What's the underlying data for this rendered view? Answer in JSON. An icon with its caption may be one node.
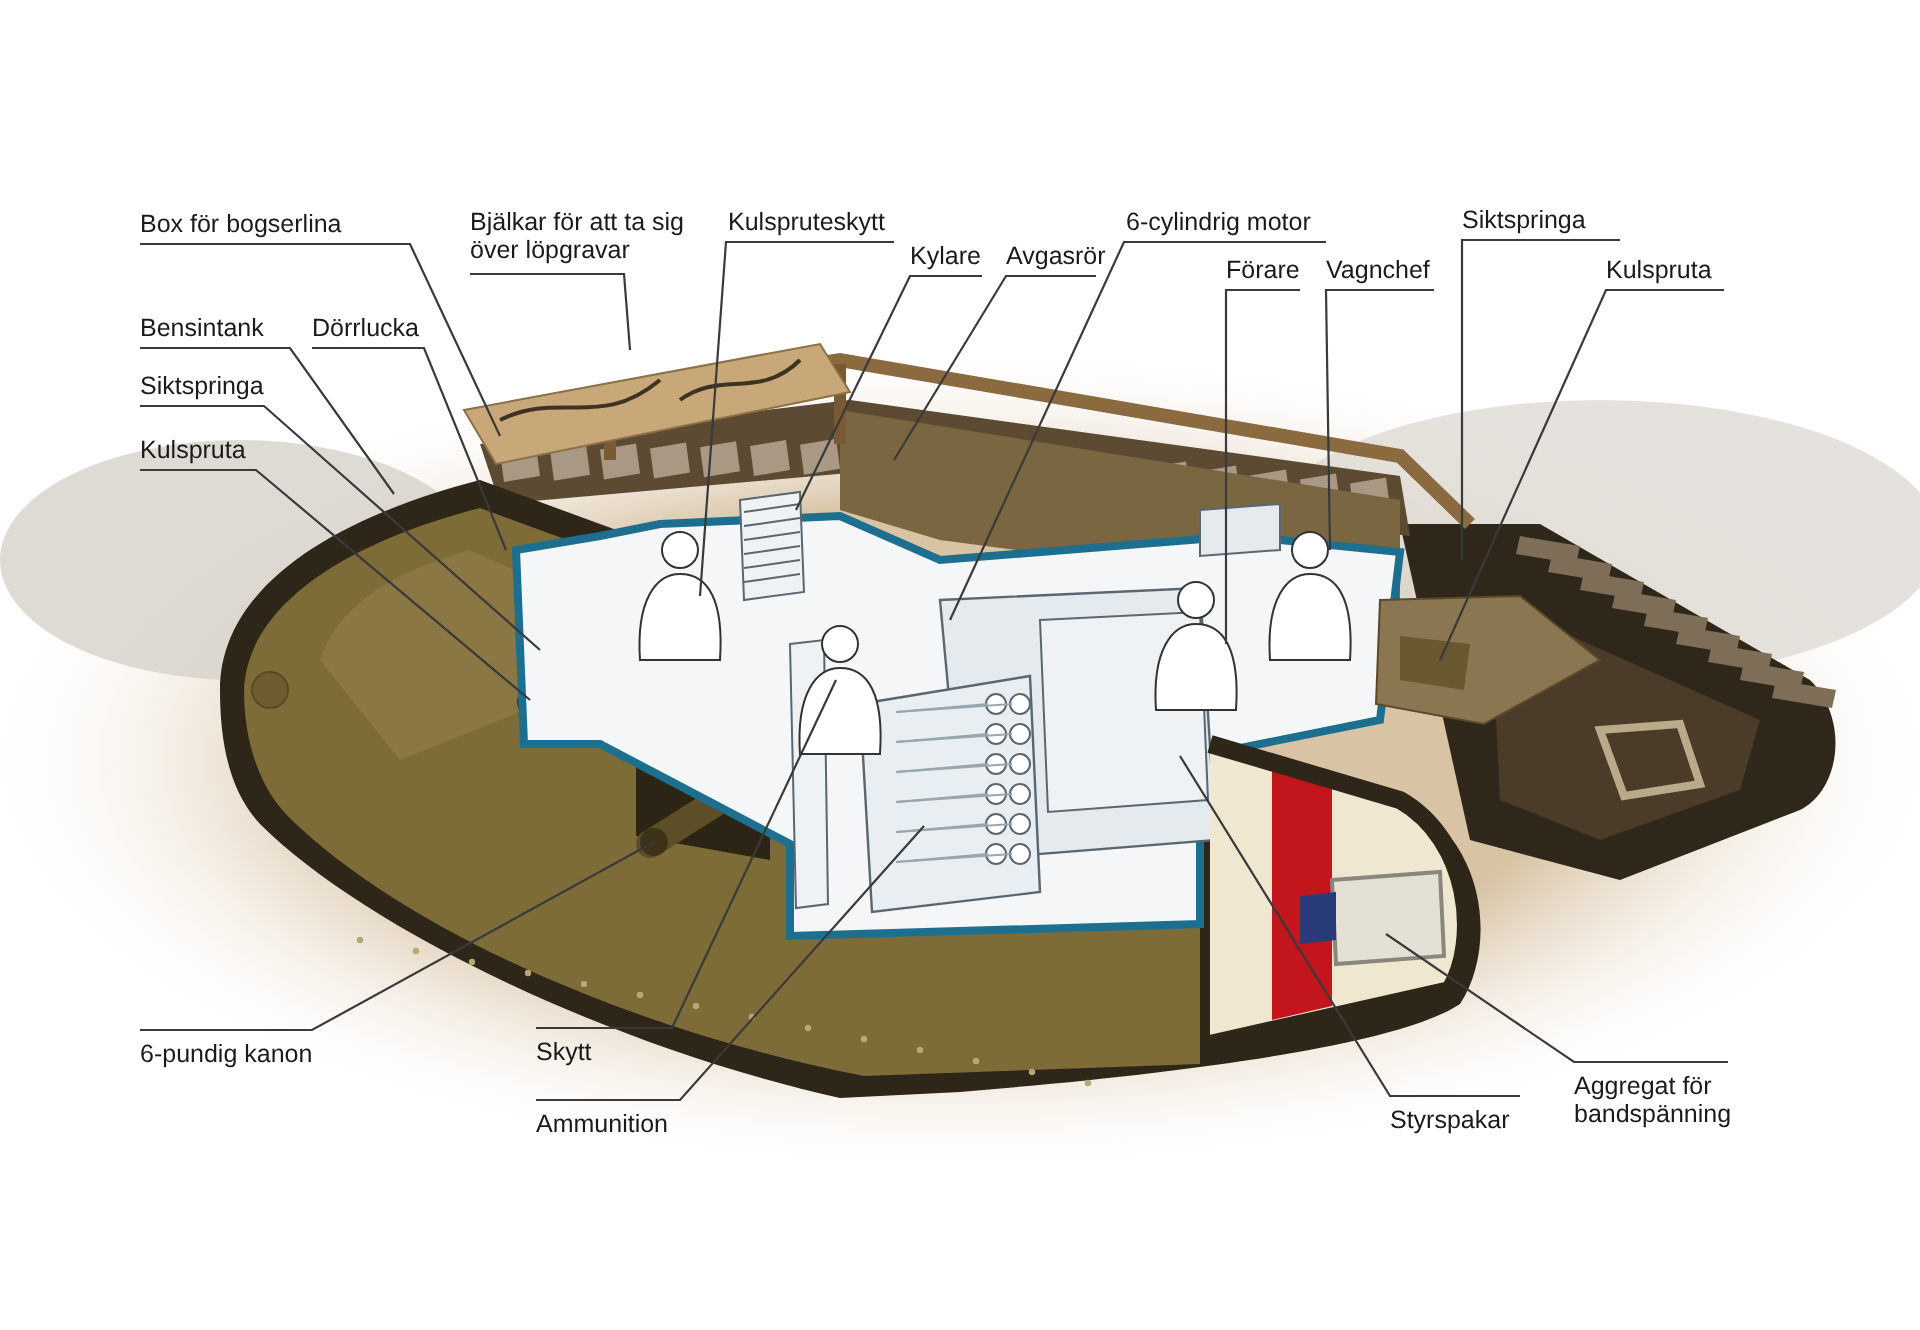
{
  "diagram": {
    "nodes": [
      {
        "text": [
          "Box för bogserlina"
        ]
      },
      {
        "text": [
          "Bjälkar för att ta sig över löpgravar"
        ]
      },
      {
        "text": [
          "Kulspruteskytt"
        ]
      },
      {
        "text": [
          "Kylare"
        ]
      },
      {
        "text": [
          "Avgasrör"
        ]
      },
      {
        "text": [
          "6-cylindrig motor"
        ]
      },
      {
        "text": [
          "Förare"
        ]
      },
      {
        "text": [
          "Vagnchef"
        ]
      },
      {
        "text": [
          "Siktspringa"
        ]
      },
      {
        "text": [
          "Kulspruta"
        ]
      },
      {
        "text": [
          "Bensintank"
        ]
      },
      {
        "text": [
          "Dörrlucka"
        ]
      },
      {
        "text": [
          "Siktspringa"
        ]
      },
      {
        "text": [
          "Kulspruta"
        ]
      },
      {
        "text": [
          "6-pundig kanon"
        ]
      },
      {
        "text": [
          "Skytt"
        ]
      },
      {
        "text": [
          "Ammunition"
        ]
      },
      {
        "text": [
          "Styrspakar"
        ]
      },
      {
        "text": [
          "Aggregat för bandspänning"
        ]
      }
    ],
    "edges": [
      {
        "from": 0,
        "to": null,
        "arrow": "none"
      },
      {
        "from": 1,
        "to": null,
        "arrow": "none"
      },
      {
        "from": 2,
        "to": null,
        "arrow": "none"
      },
      {
        "from": 3,
        "to": null,
        "arrow": "none"
      },
      {
        "from": 4,
        "to": null,
        "arrow": "none"
      },
      {
        "from": 5,
        "to": null,
        "arrow": "none"
      },
      {
        "from": 6,
        "to": null,
        "arrow": "none"
      },
      {
        "from": 7,
        "to": null,
        "arrow": "none"
      },
      {
        "from": 8,
        "to": null,
        "arrow": "none"
      },
      {
        "from": 9,
        "to": null,
        "arrow": "none"
      },
      {
        "from": 10,
        "to": null,
        "arrow": "none"
      },
      {
        "from": 11,
        "to": null,
        "arrow": "none"
      },
      {
        "from": 12,
        "to": null,
        "arrow": "none"
      },
      {
        "from": 13,
        "to": null,
        "arrow": "none"
      },
      {
        "from": 14,
        "to": null,
        "arrow": "none"
      },
      {
        "from": 15,
        "to": null,
        "arrow": "none"
      },
      {
        "from": 16,
        "to": null,
        "arrow": "none"
      },
      {
        "from": 17,
        "to": null,
        "arrow": "none"
      },
      {
        "from": 18,
        "to": null,
        "arrow": "none"
      }
    ]
  }
}
